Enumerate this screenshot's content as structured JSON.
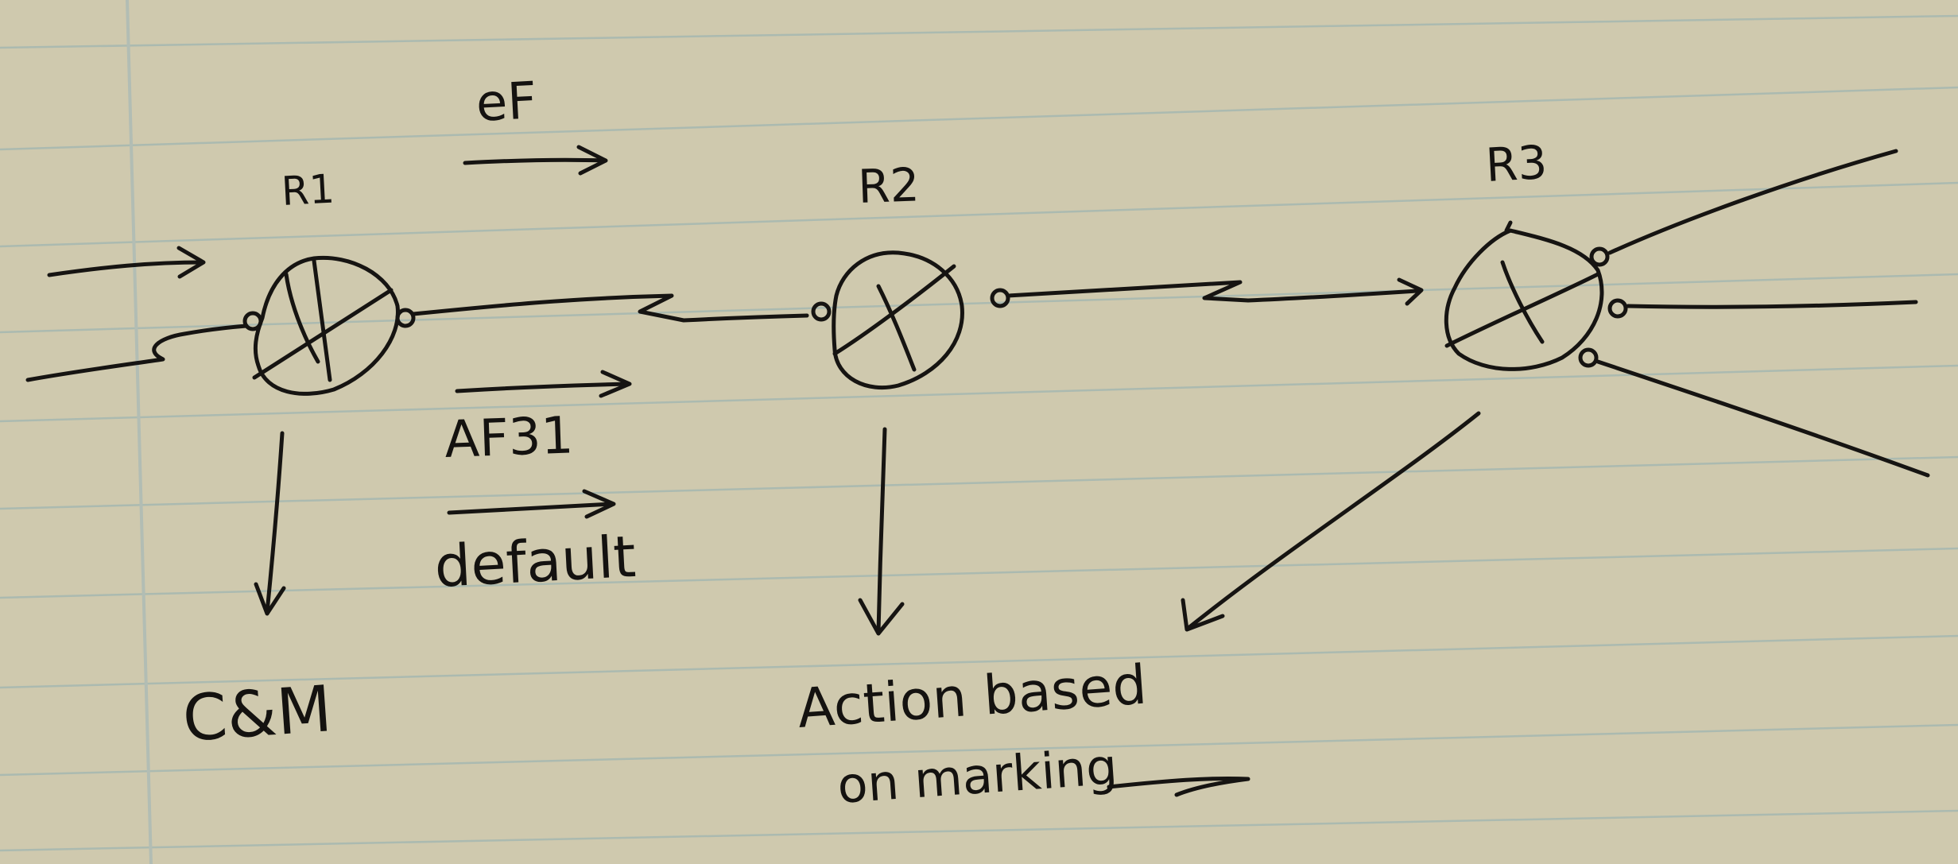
{
  "paper": {
    "background": "#cfc9ae",
    "rule_color": "#9db3b0",
    "margin_color": "#b8c4bc",
    "ink_color": "#161412"
  },
  "routers": [
    {
      "id": "r1",
      "label": "R1",
      "icon": "router-icon"
    },
    {
      "id": "r2",
      "label": "R2",
      "icon": "router-icon"
    },
    {
      "id": "r3",
      "label": "R3",
      "icon": "router-icon"
    }
  ],
  "traffic_classes": {
    "ef": "eF",
    "af31": "AF31",
    "default": "default"
  },
  "annotations": {
    "r1_role": "C&M",
    "r2_role_line1": "Action based",
    "r2_role_line2": "on marking"
  }
}
